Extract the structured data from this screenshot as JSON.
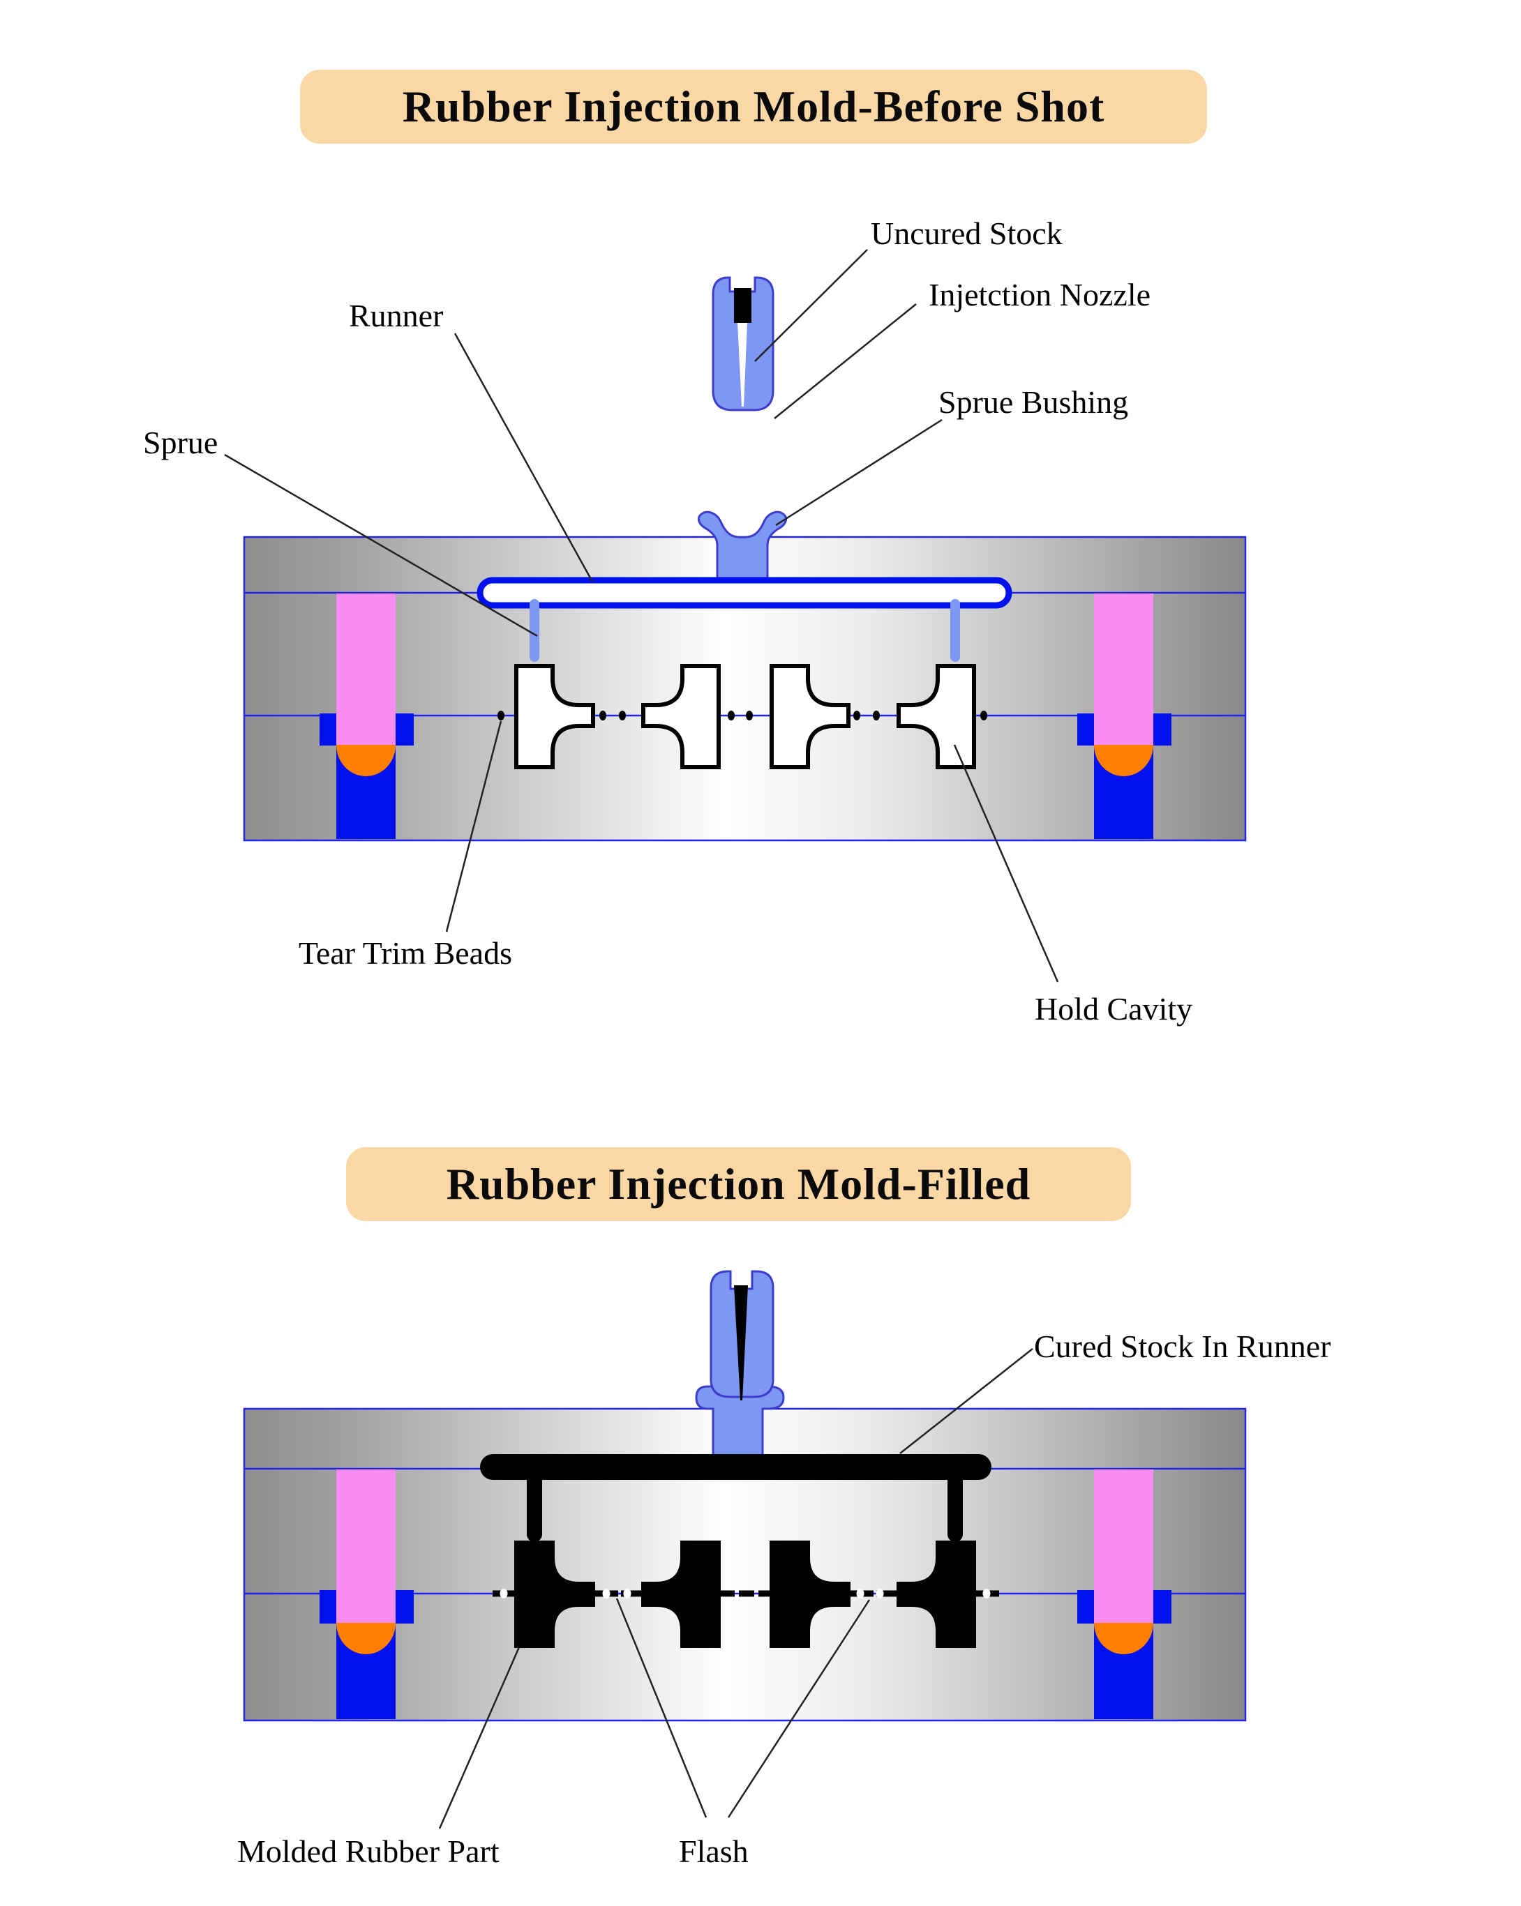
{
  "titles": {
    "before_shot": "Rubber Injection Mold-Before Shot",
    "filled": "Rubber Injection Mold-Filled"
  },
  "diagram1": {
    "labels": {
      "uncured_stock": "Uncured Stock",
      "injection_nozzle": "Injetction Nozzle",
      "sprue_bushing": "Sprue Bushing",
      "runner": "Runner",
      "sprue": "Sprue",
      "tear_trim_beads": "Tear Trim Beads",
      "hold_cavity": "Hold Cavity"
    }
  },
  "diagram2": {
    "labels": {
      "cured_stock_in_runner": "Cured Stock In Runner",
      "molded_rubber_part": "Molded Rubber Part",
      "flash": "Flash"
    }
  },
  "colors": {
    "banner_peach": "#FBD7A6",
    "steel_blue_fill": "#7D97F2",
    "steel_blue_outline": "#3D3DCC",
    "pure_blue": "#0011EE",
    "plate_line_blue": "#2222E8",
    "pin_pink": "#F98CF0",
    "pin_tip_orange": "#FF8000",
    "rubber_black": "#000000",
    "mold_gray_edge": "#909090",
    "mold_gray_sheen": "#FFFFFF"
  }
}
